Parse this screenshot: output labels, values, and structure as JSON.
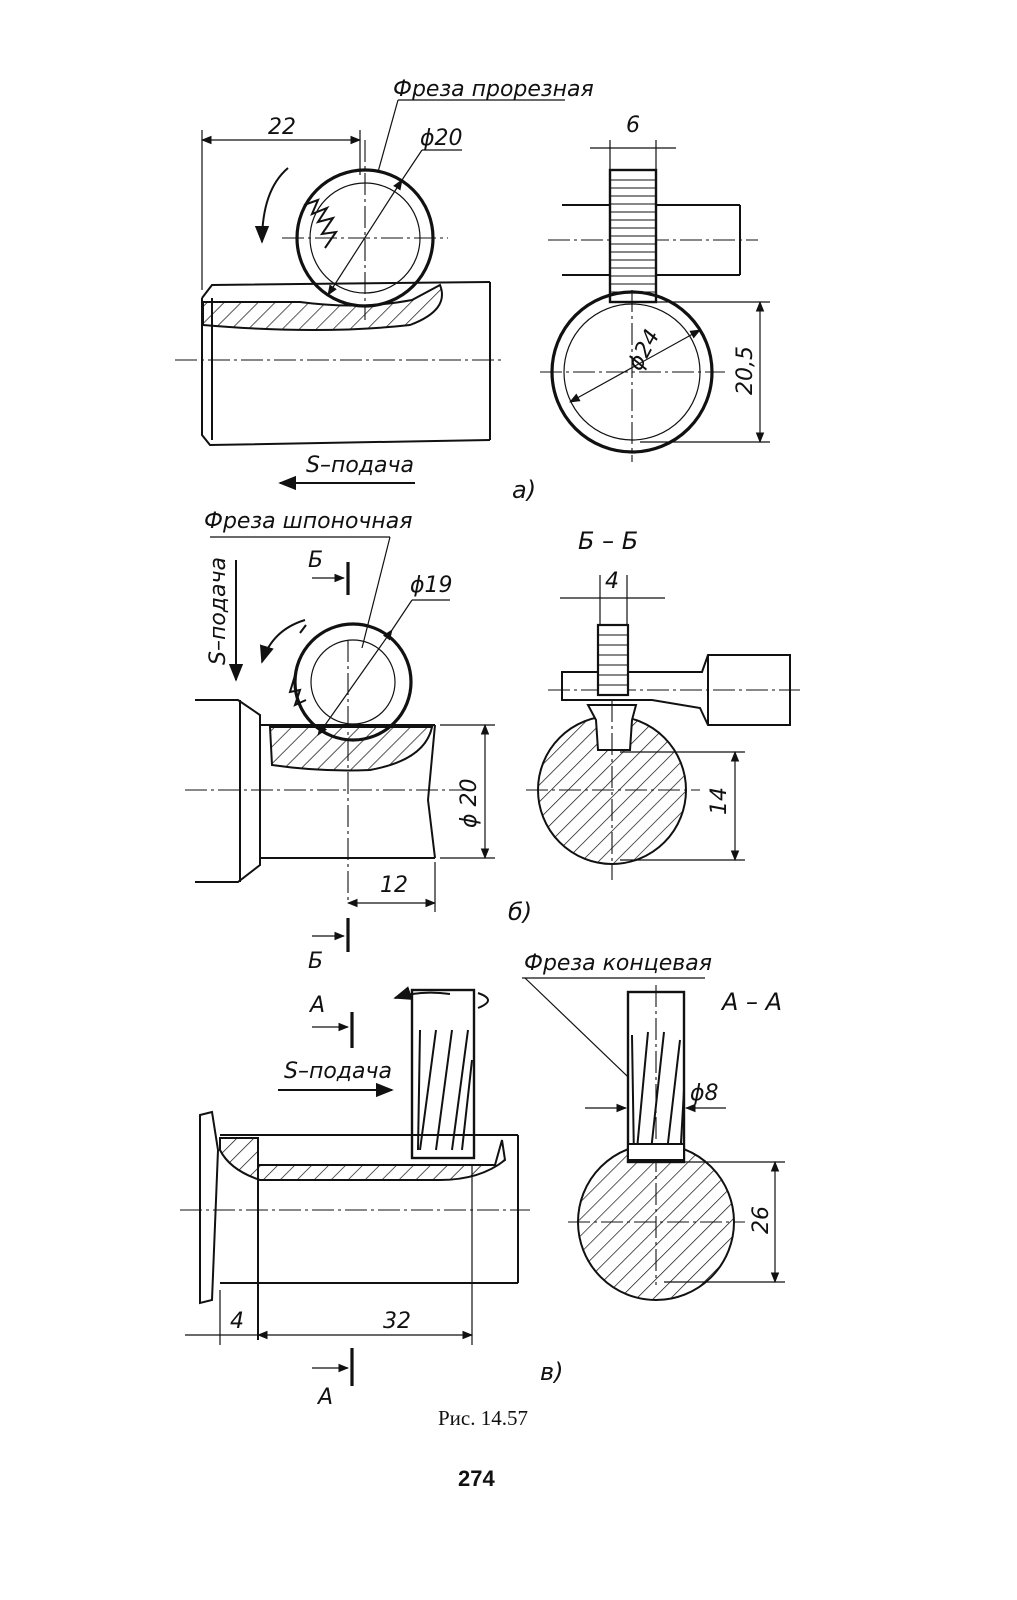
{
  "labels": {
    "a_cutter": "Фреза прорезная",
    "a_dim_22": "22",
    "a_dim_d20": "ϕ20",
    "a_dim_6": "6",
    "a_dim_d24": "ϕ24",
    "a_dim_20_5": "20,5",
    "a_feed": "S–подача",
    "a_marker": "а)",
    "b_cutter": "Фреза шпоночная",
    "b_feed": "S–подача",
    "b_section_title": "Б – Б",
    "b_mark_top": "Б",
    "b_mark_bottom": "Б",
    "b_dim_d19": "ϕ19",
    "b_dim_4": "4",
    "b_dim_d20": "ϕ 20",
    "b_dim_12": "12",
    "b_dim_14": "14",
    "b_marker": "б)",
    "c_cutter": "Фреза концевая",
    "c_section_title": "А – А",
    "c_mark_top": "А",
    "c_mark_bottom": "А",
    "c_feed": "S–подача",
    "c_dim_d8": "ϕ8",
    "c_dim_4": "4",
    "c_dim_32": "32",
    "c_dim_26": "26",
    "c_marker": "в)"
  },
  "caption": "Рис. 14.57",
  "page_number": "274"
}
